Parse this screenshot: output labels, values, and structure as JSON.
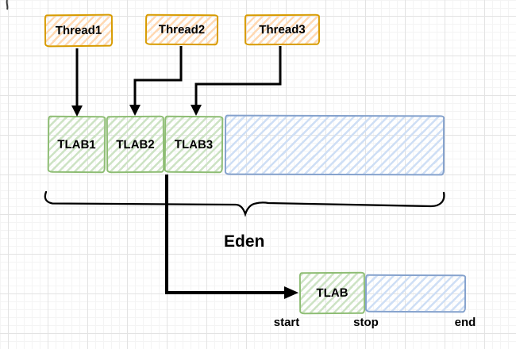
{
  "diagram": {
    "thread_boxes": [
      {
        "label": "Thread1"
      },
      {
        "label": "Thread2"
      },
      {
        "label": "Thread3"
      }
    ],
    "tlab_boxes": [
      {
        "label": "TLAB1"
      },
      {
        "label": "TLAB2"
      },
      {
        "label": "TLAB3"
      }
    ],
    "eden_label": "Eden",
    "detail_view": {
      "tlab_label": "TLAB",
      "start_label": "start",
      "stop_label": "stop",
      "end_label": "end"
    },
    "colors": {
      "thread_stroke": "#d79b00",
      "thread_hatch": "#ffd9b3",
      "tlab_stroke": "#8ebd74",
      "tlab_hatch": "#cde3c4",
      "free_stroke": "#85a2cd",
      "free_hatch": "#cfdff5",
      "arrow": "#000000"
    }
  }
}
